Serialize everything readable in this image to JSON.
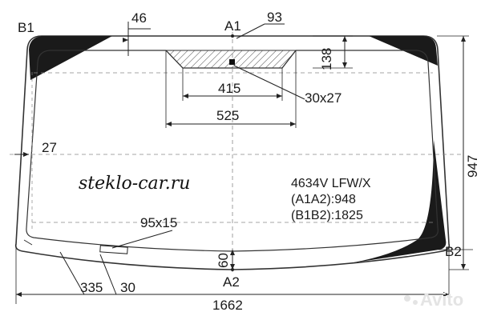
{
  "labels": {
    "b1": "B1",
    "b2": "B2",
    "a1": "A1",
    "a2": "A2"
  },
  "dimensions": {
    "d46": "46",
    "d93": "93",
    "d138": "138",
    "d415": "415",
    "d30x27": "30x27",
    "d525": "525",
    "d27": "27",
    "d947": "947",
    "d95x15": "95x15",
    "d60": "60",
    "d335": "335",
    "d30": "30",
    "d1662": "1662"
  },
  "info": {
    "site": "steklo-car.ru",
    "code": "4634V LFW/X",
    "a1a2": "(A1A2):948",
    "b1b2": "(B1B2):1825"
  },
  "watermark": {
    "text": "Avito"
  },
  "colors": {
    "glass_outline": "#333333",
    "ceramic_band": "#1a1a1a",
    "hatch": "#444444",
    "dashed": "#888888"
  }
}
